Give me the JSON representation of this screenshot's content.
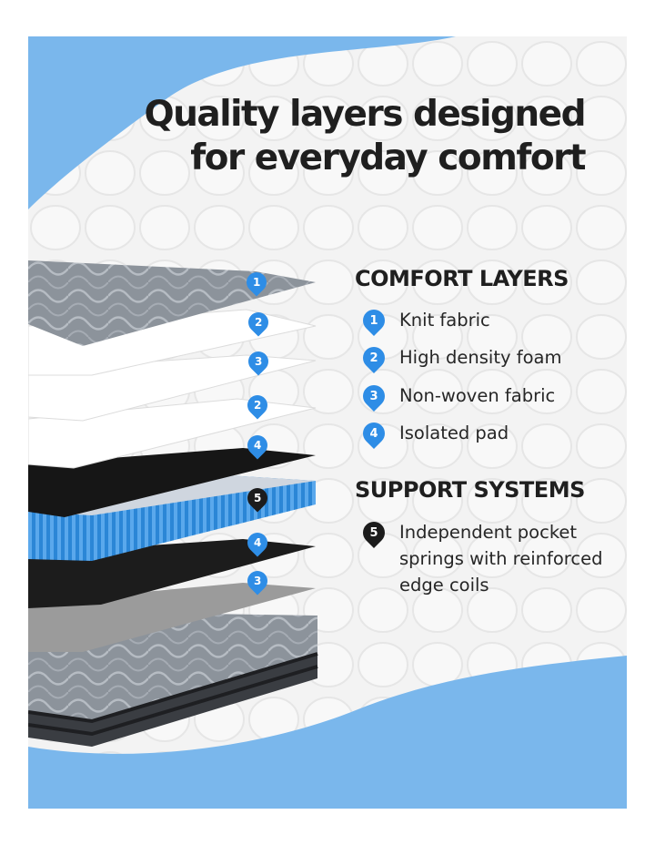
{
  "heading": {
    "line1": "Quality layers designed",
    "line2": "for everyday comfort"
  },
  "comfort_layers": {
    "title": "COMFORT LAYERS",
    "items": [
      {
        "number": "1",
        "label": "Knit fabric"
      },
      {
        "number": "2",
        "label": "High density foam"
      },
      {
        "number": "3",
        "label": "Non-woven fabric"
      },
      {
        "number": "4",
        "label": "Isolated pad"
      }
    ]
  },
  "support_systems": {
    "title": "SUPPORT SYSTEMS",
    "items": [
      {
        "number": "5",
        "label_lines": [
          "Independent pocket",
          "springs with reinforced",
          "edge coils"
        ]
      }
    ]
  },
  "diagram_markers": [
    "1",
    "2",
    "3",
    "2",
    "4",
    "5",
    "4",
    "3"
  ],
  "colors": {
    "accent_blue": "#2e8de6",
    "background_blue": "#7ab7ec",
    "marker_dark": "#1c1c1c",
    "text": "#1f1f1f"
  },
  "icons": {
    "layer_marker": "map-pin-number-icon"
  }
}
